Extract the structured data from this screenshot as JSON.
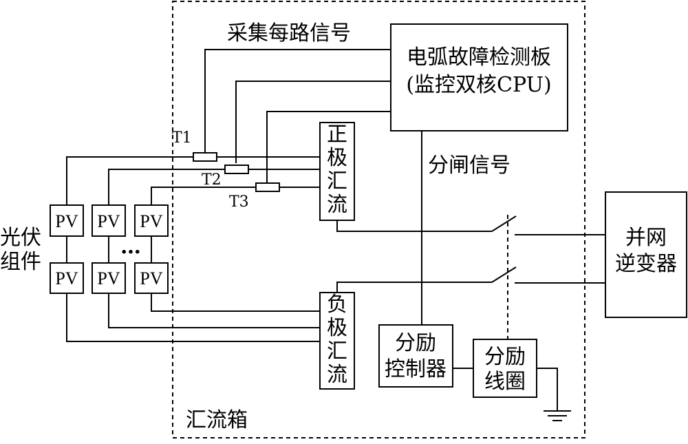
{
  "enclosure_label": "汇流箱",
  "signal_top_label": "采集每路信号",
  "detector": {
    "line1": "电弧故障检测板",
    "line2": "(监控双核CPU)"
  },
  "trip_signal_label": "分闸信号",
  "sensors": [
    "T1",
    "T2",
    "T3"
  ],
  "pos_bus": [
    "正",
    "极",
    "汇",
    "流"
  ],
  "neg_bus": [
    "负",
    "极",
    "汇",
    "流"
  ],
  "pv_label": "PV",
  "pv_group": [
    "光伏",
    "组件"
  ],
  "ellipsis": "…",
  "shunt_controller": [
    "分励",
    "控制器"
  ],
  "shunt_coil": [
    "分励",
    "线圈"
  ],
  "inverter": [
    "并网",
    "逆变器"
  ]
}
